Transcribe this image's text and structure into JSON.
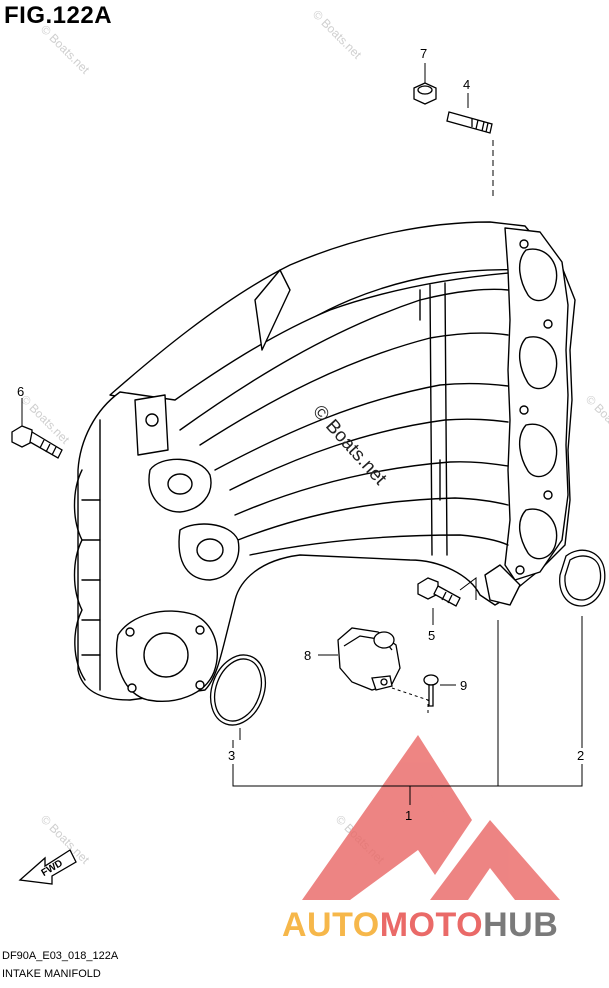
{
  "figure": {
    "title": "FIG.122A",
    "code": "DF90A_E03_018_122A",
    "caption": "INTAKE MANIFOLD"
  },
  "callouts": [
    {
      "id": "1",
      "label": "1"
    },
    {
      "id": "2",
      "label": "2"
    },
    {
      "id": "3",
      "label": "3"
    },
    {
      "id": "4",
      "label": "4"
    },
    {
      "id": "5",
      "label": "5"
    },
    {
      "id": "6",
      "label": "6"
    },
    {
      "id": "7",
      "label": "7"
    },
    {
      "id": "8",
      "label": "8"
    },
    {
      "id": "9",
      "label": "9"
    }
  ],
  "fwd_label": "FWD",
  "watermark": {
    "text": "© Boats.net"
  },
  "brand": {
    "part1": "AUTO",
    "part2": "MOTO",
    "part3": "HUB",
    "colors": {
      "auto": "#f6b74a",
      "moto": "#ea6a68",
      "hub": "#7a7a7a",
      "logo": "#ea6a68"
    }
  }
}
